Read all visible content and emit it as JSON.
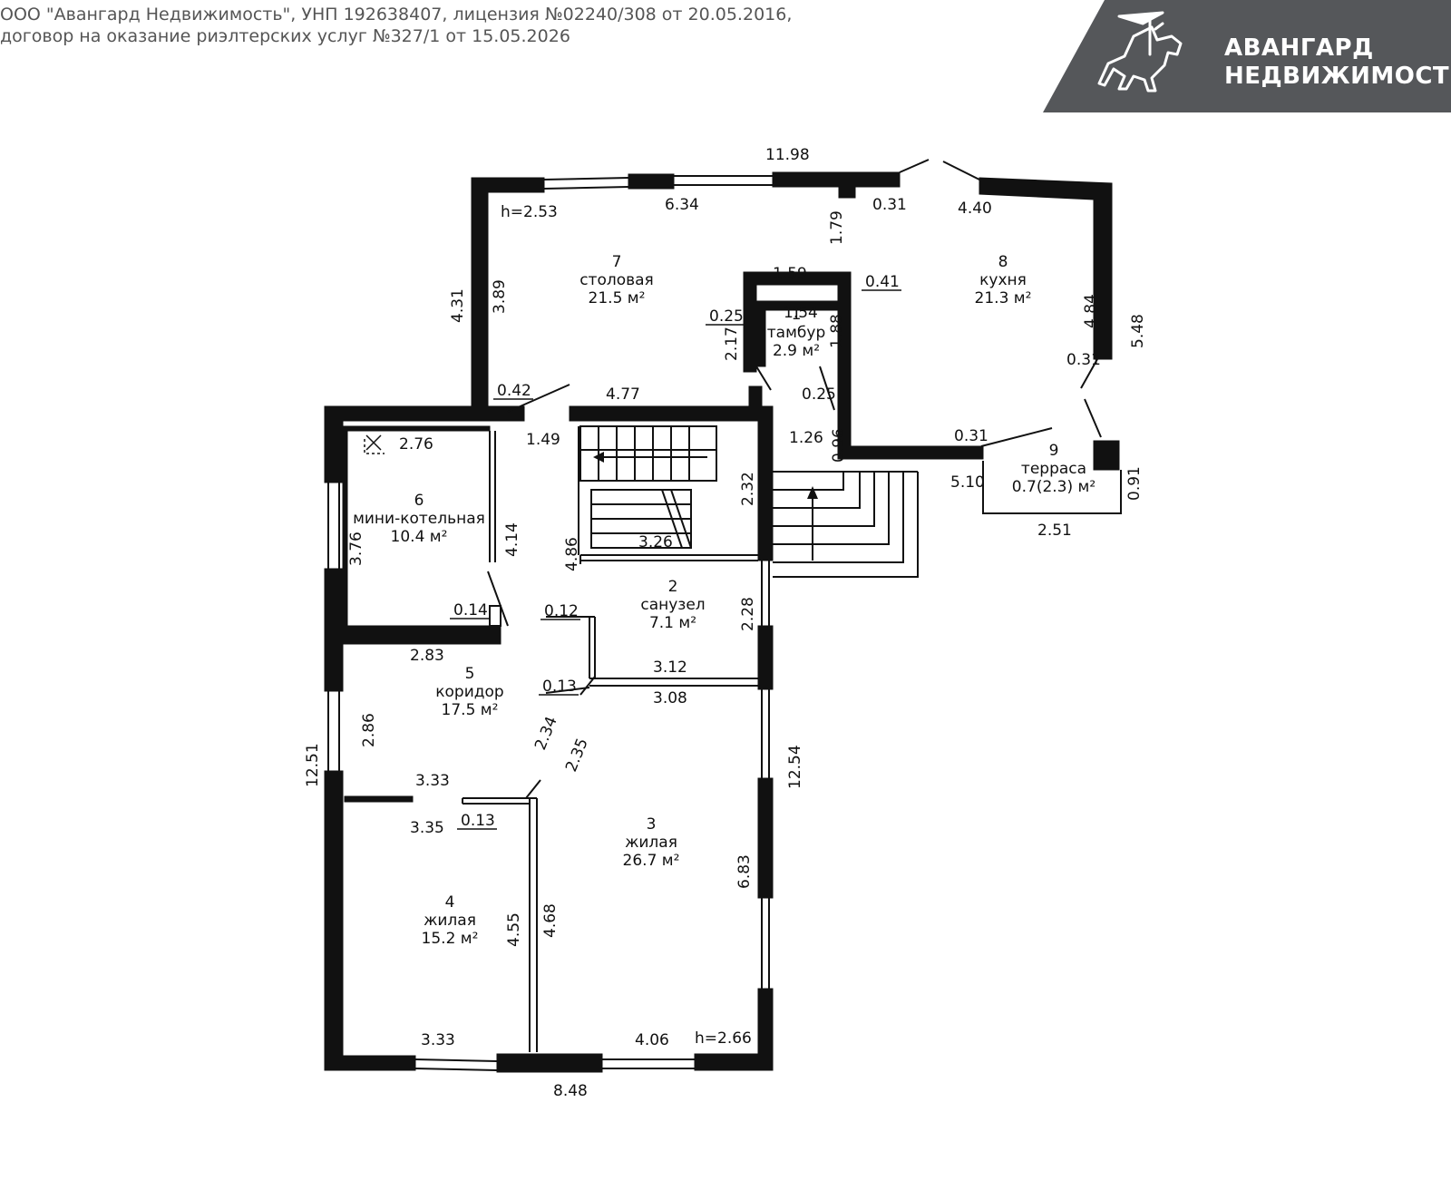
{
  "header": {
    "line1": "ООО \"Авангард Недвижимость\", УНП 192638407, лицензия №02240/308 от 20.05.2016,",
    "line2": "договор на оказание риэлтерских услуг №327/1 от 15.05.2026"
  },
  "brand": {
    "line1": "АВАНГАРД",
    "line2": "НЕДВИЖИМОСТЬ",
    "logo_icon": "knight-on-horse-icon",
    "bg_color": "#55575a",
    "text_color": "#ffffff"
  },
  "rooms": [
    {
      "num": "1",
      "name": "тамбур",
      "area": "2.9  м²"
    },
    {
      "num": "2",
      "name": "санузел",
      "area": "7.1   м²"
    },
    {
      "num": "3",
      "name": "жилая",
      "area": "26.7 м²"
    },
    {
      "num": "4",
      "name": "жилая",
      "area": "15.2 м²"
    },
    {
      "num": "5",
      "name": "коридор",
      "area": "17.5 м²"
    },
    {
      "num": "6",
      "name": "мини-котельная",
      "area": "10.4 м²"
    },
    {
      "num": "7",
      "name": "столовая",
      "area": "21.5 м²"
    },
    {
      "num": "8",
      "name": "кухня",
      "area": "21.3 м²"
    },
    {
      "num": "9",
      "name": "терраса",
      "area": "0.7(2.3) м²"
    }
  ],
  "dims": [
    "11.98",
    "6.34",
    "0.31",
    "4.40",
    "h=2.53",
    "1.79",
    "1.59",
    "0.41",
    "4.31",
    "3.89",
    "1.54",
    "0.25",
    "1.88",
    "2.17",
    "4.84",
    "5.48",
    "0.31",
    "0.42",
    "4.77",
    "0.25",
    "1.26",
    "0.96",
    "0.31",
    "1.49",
    "2.76",
    "5.10",
    "0.91",
    "2.32",
    "2.51",
    "3.76",
    "4.14",
    "4.86",
    "3.26",
    "0.14",
    "0.12",
    "2.28",
    "2.83",
    "3.12",
    "0.13",
    "3.08",
    "2.86",
    "2.34",
    "2.35",
    "12.51",
    "12.54",
    "3.33",
    "0.13",
    "3.35",
    "6.83",
    "4.55",
    "4.68",
    "3.33",
    "4.06",
    "h=2.66",
    "8.48"
  ]
}
